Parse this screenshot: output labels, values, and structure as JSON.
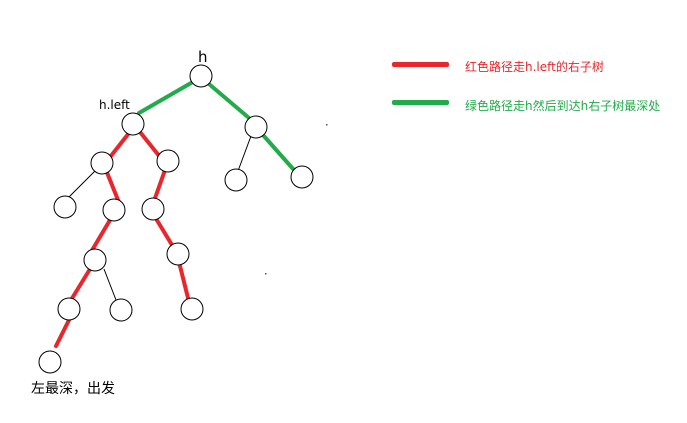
{
  "labels": {
    "root": "h",
    "left_child": "h.left",
    "start": "左最深，出发"
  },
  "legend": {
    "red": {
      "text": "红色路径走h.left的右子树",
      "color": "#e8262b"
    },
    "green": {
      "text": "绿色路径走h然后到达h右子树最深处",
      "color": "#22ab4a"
    }
  },
  "colors": {
    "red": "#e8262b",
    "green": "#22ab4a",
    "node_stroke": "#000000",
    "thin_edge": "#000000"
  }
}
